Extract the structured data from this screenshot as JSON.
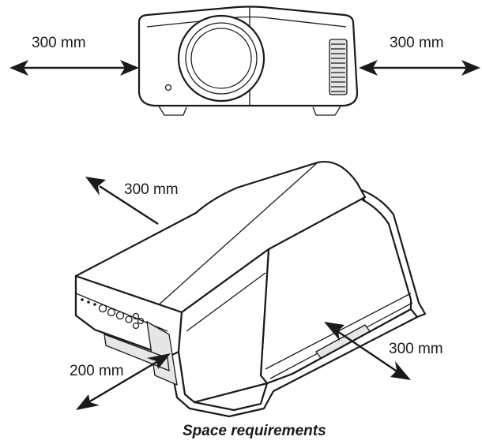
{
  "front_view": {
    "left_clearance": "300 mm",
    "right_clearance": "300 mm"
  },
  "perspective_view": {
    "top_clearance": "300 mm",
    "side_clearance": "300 mm",
    "front_clearance": "200 mm"
  },
  "caption": "Space requirements"
}
